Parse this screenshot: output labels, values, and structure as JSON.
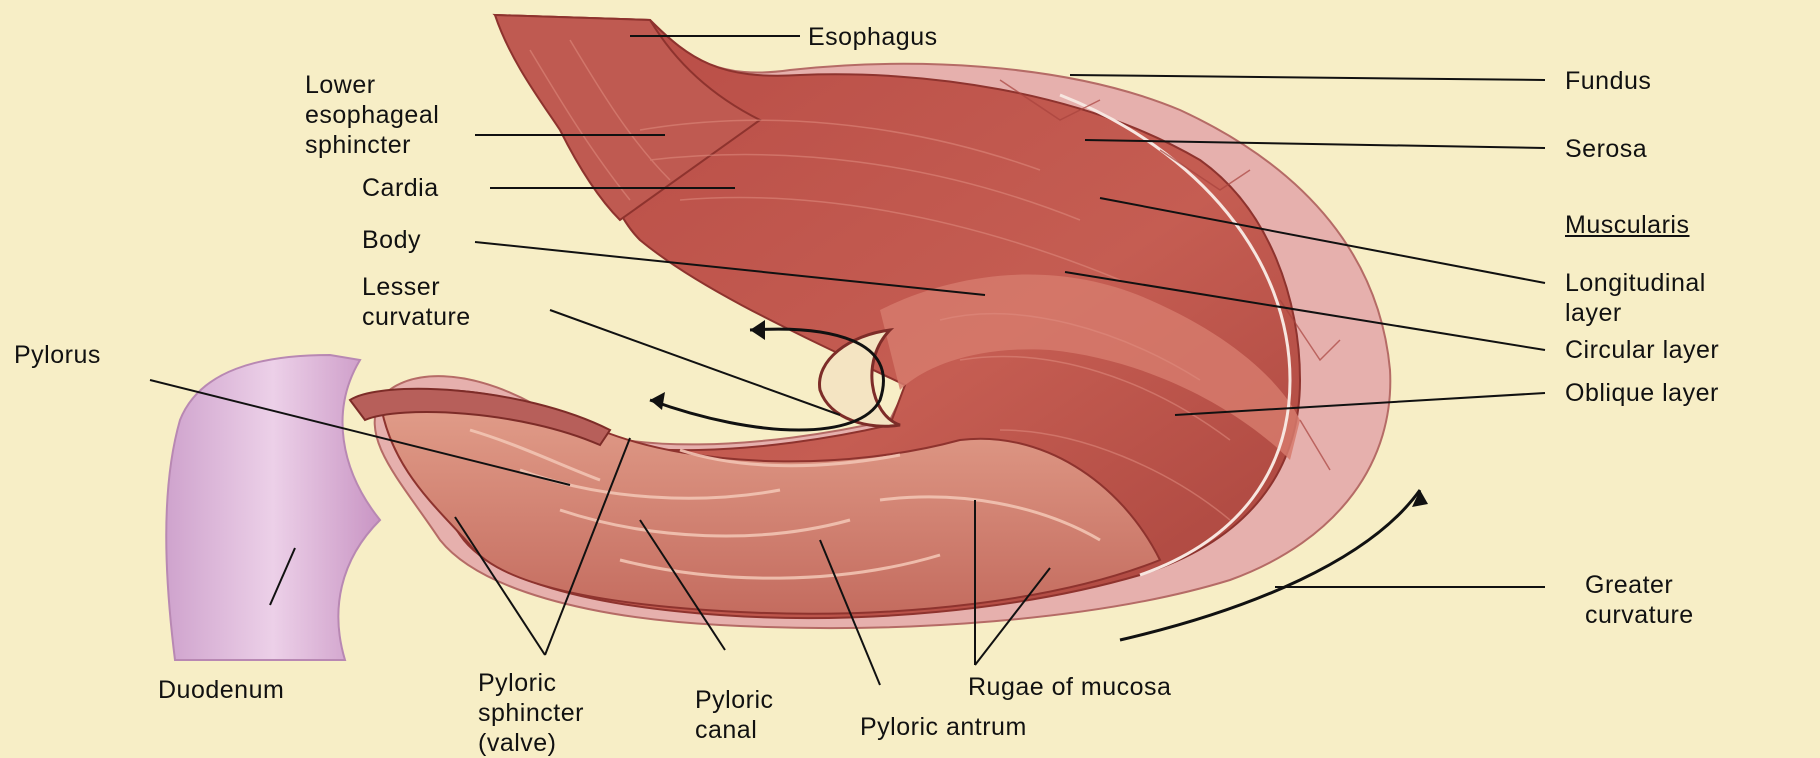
{
  "labels": {
    "esophagus": "Esophagus",
    "les": [
      "Lower",
      "esophageal",
      "sphincter"
    ],
    "cardia": "Cardia",
    "body": "Body",
    "lesser": [
      "Lesser",
      "curvature"
    ],
    "pylorus": "Pylorus",
    "duodenum": "Duodenum",
    "pyloric_sphincter": [
      "Pyloric",
      "sphincter",
      "(valve)"
    ],
    "pyloric_canal": [
      "Pyloric",
      "canal"
    ],
    "pyloric_antrum": "Pyloric antrum",
    "rugae": "Rugae of mucosa",
    "fundus": "Fundus",
    "serosa": "Serosa",
    "muscularis": "Muscularis",
    "longitudinal": [
      "Longitudinal",
      "layer"
    ],
    "circular": "Circular layer",
    "oblique": "Oblique layer",
    "greater": [
      "Greater",
      "curvature"
    ]
  },
  "colors": {
    "background": "#f7eec6",
    "muscle": "#c0584e",
    "muscle_dark": "#9e3d36",
    "serosa": "#e2a7a4",
    "mucosa": "#cf7d6e",
    "duodenum": "#d9b0d6"
  }
}
